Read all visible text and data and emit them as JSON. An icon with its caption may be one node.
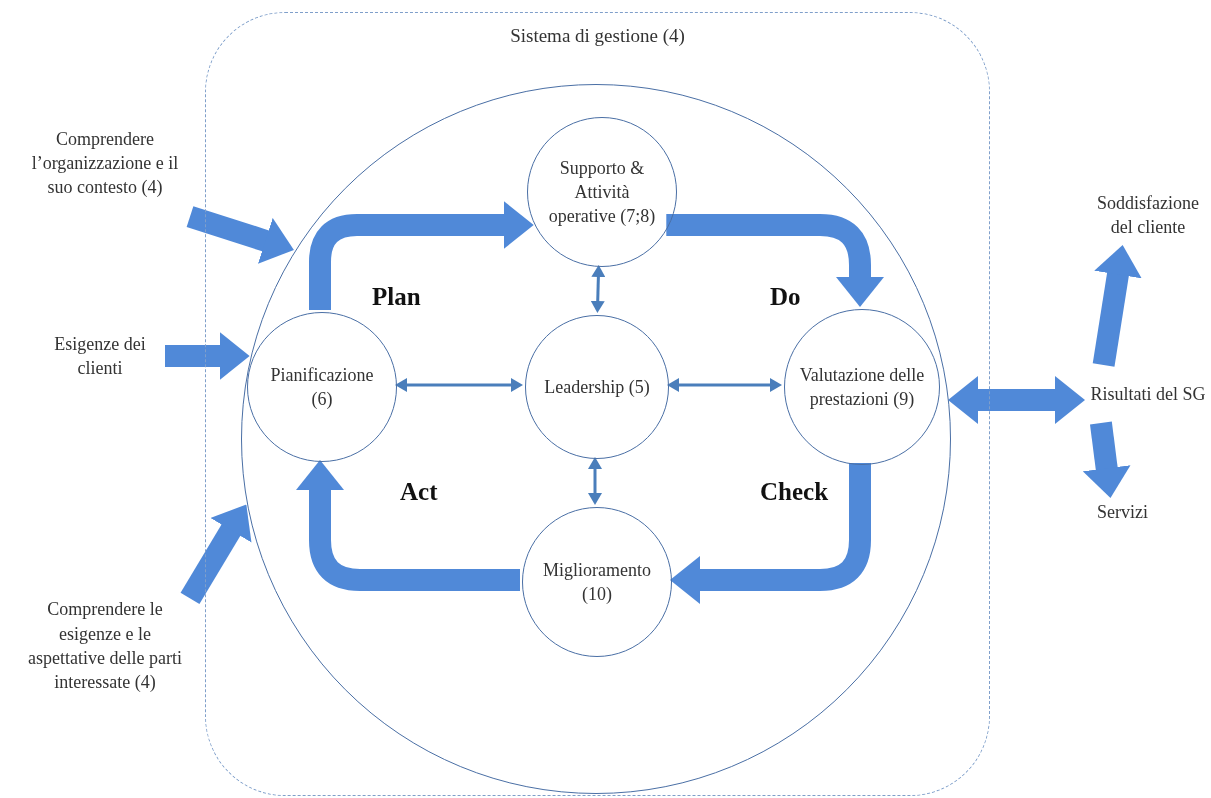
{
  "diagram": {
    "nodes": [
      {
        "text": [
          "Sistema di gestione (4)"
        ]
      },
      {
        "text": [],
        "shape": "circle",
        "in": 0
      },
      {
        "text": [
          "Supporto & Attività operative (7;8)"
        ],
        "in": 1
      },
      {
        "text": [
          "Pianificazione (6)"
        ],
        "in": 1
      },
      {
        "text": [
          "Leadership (5)"
        ],
        "in": 1
      },
      {
        "text": [
          "Valutazione delle prestazioni (9)"
        ],
        "in": 1
      },
      {
        "text": [
          "Miglioramento (10)"
        ],
        "in": 1
      },
      {
        "text": [
          "Comprendere l’organizzazione e il suo contesto (4)"
        ]
      },
      {
        "text": [
          "Esigenze dei clienti"
        ]
      },
      {
        "text": [
          "Comprendere le esigenze e le aspettative delle parti interessate (4)"
        ]
      },
      {
        "text": [
          "Soddisfazione del cliente"
        ]
      },
      {
        "text": [
          "Risultati del SG"
        ]
      },
      {
        "text": [
          "Servizi"
        ]
      }
    ],
    "edges": [
      {
        "from": 7,
        "to": 1,
        "arrow": "to"
      },
      {
        "from": 8,
        "to": 1,
        "arrow": "to"
      },
      {
        "from": 9,
        "to": 1,
        "arrow": "to"
      },
      {
        "from": 3,
        "to": 2,
        "arrow": "to",
        "label": "Plan"
      },
      {
        "from": 2,
        "to": 5,
        "arrow": "to",
        "label": "Do"
      },
      {
        "from": 5,
        "to": 6,
        "arrow": "to",
        "label": "Check"
      },
      {
        "from": 6,
        "to": 3,
        "arrow": "to",
        "label": "Act"
      },
      {
        "from": 4,
        "to": 2,
        "arrow": "both"
      },
      {
        "from": 4,
        "to": 3,
        "arrow": "both"
      },
      {
        "from": 4,
        "to": 5,
        "arrow": "both"
      },
      {
        "from": 4,
        "to": 6,
        "arrow": "both"
      },
      {
        "from": 1,
        "to": 11,
        "arrow": "both"
      },
      {
        "from": 11,
        "to": 10,
        "arrow": "to"
      },
      {
        "from": 11,
        "to": 12,
        "arrow": "to"
      }
    ]
  }
}
